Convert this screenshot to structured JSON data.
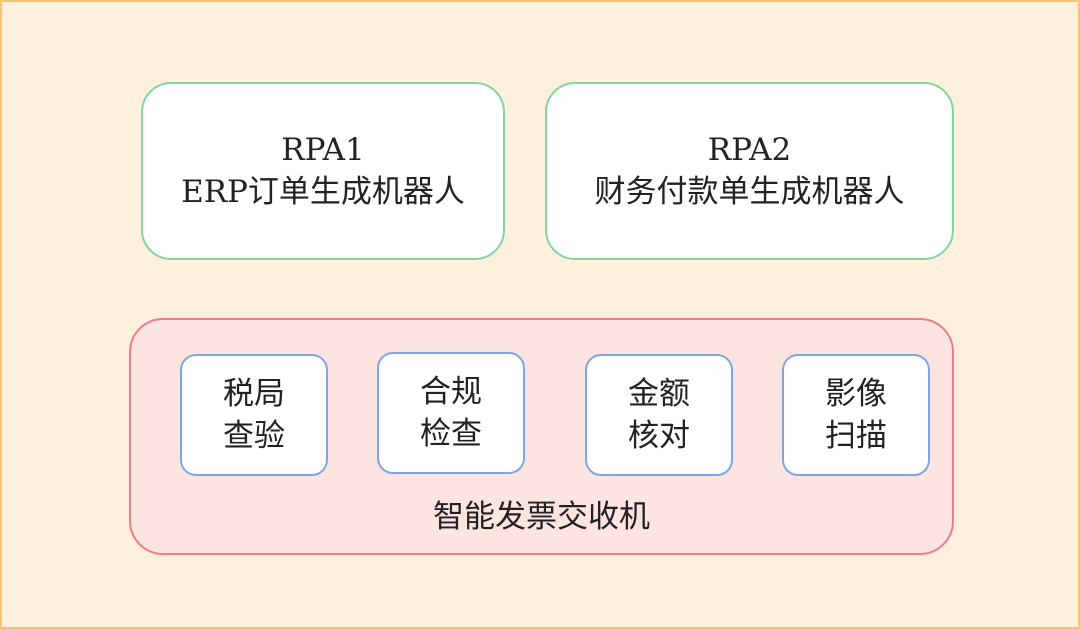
{
  "rpa_boxes": [
    {
      "title": "RPA1",
      "subtitle": "ERP订单生成机器人"
    },
    {
      "title": "RPA2",
      "subtitle": "财务付款单生成机器人"
    }
  ],
  "invoice_machine": {
    "label": "智能发票交收机",
    "modules": [
      {
        "line1": "税局",
        "line2": "查验"
      },
      {
        "line1": "合规",
        "line2": "检查"
      },
      {
        "line1": "金额",
        "line2": "核对"
      },
      {
        "line1": "影像",
        "line2": "扫描"
      }
    ]
  },
  "colors": {
    "background": "#FFF0DE",
    "frame_border": "#F6C46A",
    "rpa_border": "#7FD6A0",
    "machine_fill": "#FCE4E1",
    "machine_border": "#F07B8A",
    "module_border": "#7EA6E6"
  }
}
